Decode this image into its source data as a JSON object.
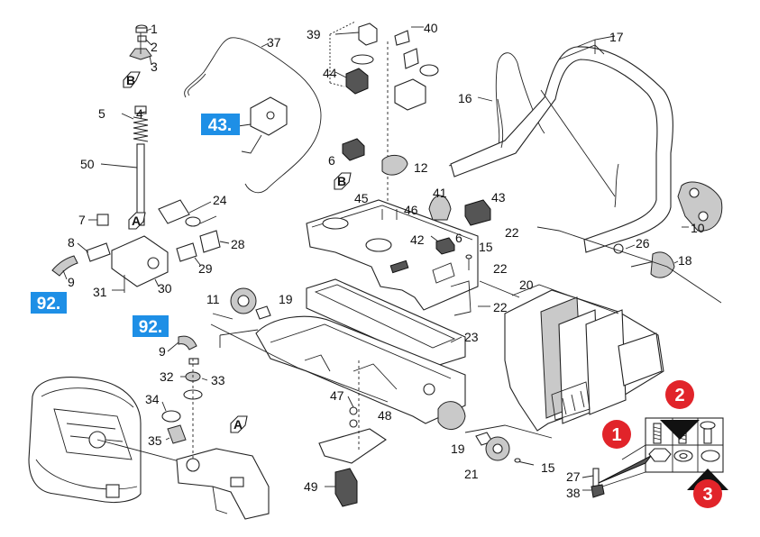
{
  "labels": [
    {
      "text": "1"
    },
    {
      "text": "2"
    },
    {
      "text": "3"
    },
    {
      "text": "4"
    },
    {
      "text": "5"
    },
    {
      "text": "50"
    },
    {
      "text": "7"
    },
    {
      "text": "8"
    },
    {
      "text": "9"
    },
    {
      "text": "31"
    },
    {
      "text": "30"
    },
    {
      "text": "24"
    },
    {
      "text": "28"
    },
    {
      "text": "29"
    },
    {
      "text": "37"
    },
    {
      "text": "39"
    },
    {
      "text": "40"
    },
    {
      "text": "44"
    },
    {
      "text": "6"
    },
    {
      "text": "12"
    },
    {
      "text": "45"
    },
    {
      "text": "46"
    },
    {
      "text": "41"
    },
    {
      "text": "43"
    },
    {
      "text": "42"
    },
    {
      "text": "6"
    },
    {
      "text": "15"
    },
    {
      "text": "22"
    },
    {
      "text": "22"
    },
    {
      "text": "20"
    },
    {
      "text": "22"
    },
    {
      "text": "23"
    },
    {
      "text": "11"
    },
    {
      "text": "19"
    },
    {
      "text": "9"
    },
    {
      "text": "32"
    },
    {
      "text": "33"
    },
    {
      "text": "34"
    },
    {
      "text": "35"
    },
    {
      "text": "47"
    },
    {
      "text": "48"
    },
    {
      "text": "49"
    },
    {
      "text": "19"
    },
    {
      "text": "21"
    },
    {
      "text": "15"
    },
    {
      "text": "27"
    },
    {
      "text": "38"
    },
    {
      "text": "16"
    },
    {
      "text": "17"
    },
    {
      "text": "10"
    },
    {
      "text": "26"
    },
    {
      "text": "18"
    }
  ],
  "badges": {
    "ref_92_top": "92.",
    "ref_92_mid": "92.",
    "ref_43": "43."
  },
  "hex_letters": [
    "B",
    "A",
    "B",
    "A"
  ],
  "callouts": [
    "1",
    "2",
    "3"
  ],
  "colors": {
    "badge_blue": "#1e8fe6",
    "callout_red": "#e1242a",
    "line": "#222222"
  }
}
